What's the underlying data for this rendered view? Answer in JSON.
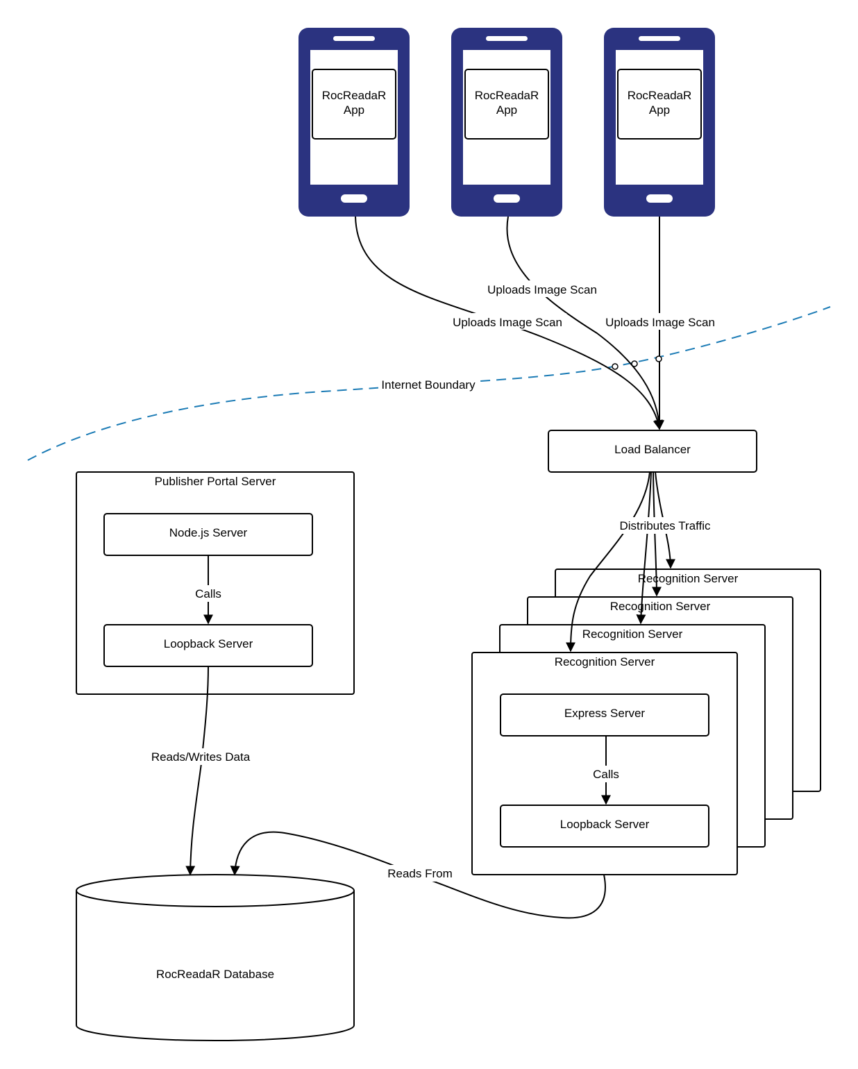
{
  "colors": {
    "phone": "#2b3380",
    "boundary": "#1b7bb5",
    "line": "#000000",
    "background": "#ffffff"
  },
  "phones": [
    {
      "label_line1": "RocReadaR",
      "label_line2": "App"
    },
    {
      "label_line1": "RocReadaR",
      "label_line2": "App"
    },
    {
      "label_line1": "RocReadaR",
      "label_line2": "App"
    }
  ],
  "edges": {
    "upload_1": "Uploads Image Scan",
    "upload_2": "Uploads Image Scan",
    "upload_3": "Uploads Image Scan",
    "distributes": "Distributes Traffic",
    "portal_calls": "Calls",
    "recog_calls": "Calls",
    "reads_writes": "Reads/Writes Data",
    "reads_from": "Reads From"
  },
  "internet_boundary": "Internet Boundary",
  "load_balancer": "Load Balancer",
  "publisher_portal": {
    "title": "Publisher Portal Server",
    "node_server": "Node.js Server",
    "loopback_server": "Loopback Server"
  },
  "recognition_servers": [
    {
      "title": "Recognition Server"
    },
    {
      "title": "Recognition Server"
    },
    {
      "title": "Recognition Server"
    },
    {
      "title": "Recognition Server"
    }
  ],
  "recognition_front": {
    "express_server": "Express Server",
    "loopback_server": "Loopback Server"
  },
  "database": "RocReadaR Database"
}
